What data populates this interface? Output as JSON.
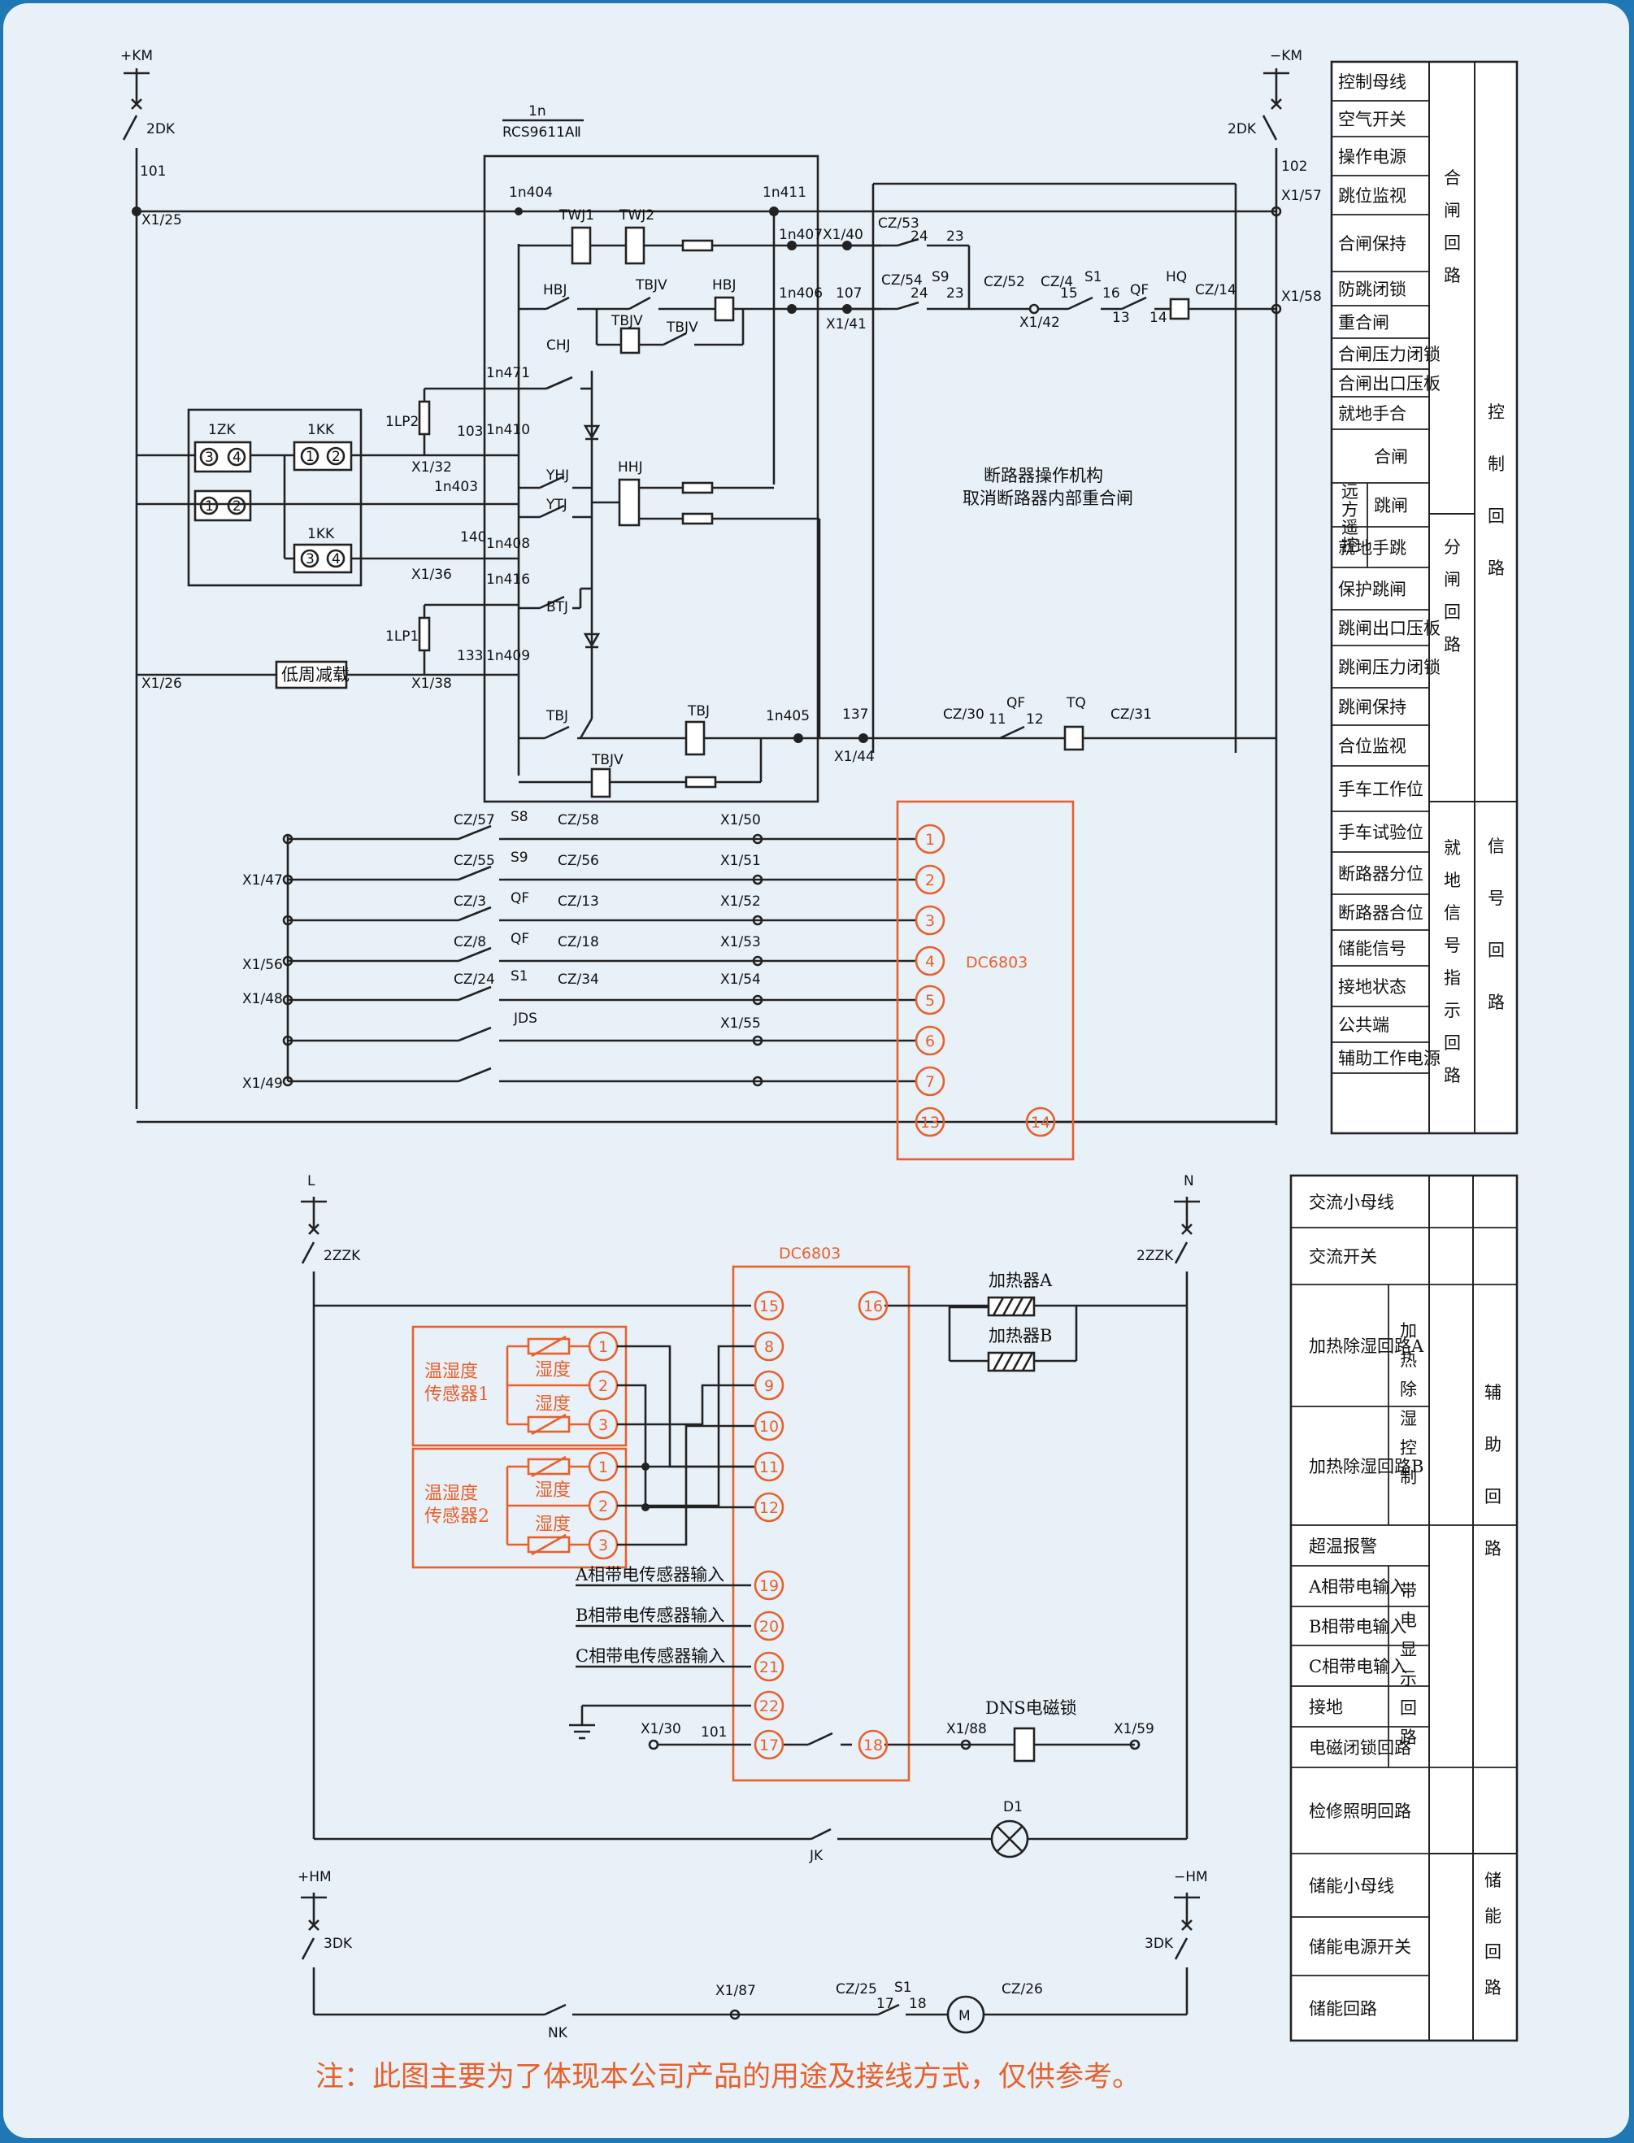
{
  "labels": {
    "pkm": "+KM",
    "nkm": "−KM",
    "dk2a": "2DK",
    "dk2b": "2DK",
    "n101": "101",
    "n102": "102",
    "x125": "X1/25",
    "x126": "X1/26",
    "x157": "X1/57",
    "x158": "X1/58",
    "dev_top": "1n",
    "dev_model": "RCS9611AⅡ",
    "n404": "1n404",
    "n411": "1n411",
    "n407": "1n407",
    "n406": "1n406",
    "n471": "1n471",
    "n410": "1n410",
    "n403": "1n403",
    "n408": "1n408",
    "n416": "1n416",
    "n409": "1n409",
    "n405": "1n405",
    "twj1": "TWJ1",
    "twj2": "TWJ2",
    "hbj": "HBJ",
    "tbjv": "TBJV",
    "hbj2": "HBJ",
    "tbjv2": "TBJV",
    "tbjv3": "TBJV",
    "chj": "CHJ",
    "yhj": "YHJ",
    "ytj": "YTJ",
    "hhj": "HHJ",
    "btj": "BTJ",
    "tbj": "TBJ",
    "tbj2": "TBJ",
    "tbjv4": "TBJV",
    "lp2": "1LP2",
    "lp1": "1LP1",
    "zk1": "1ZK",
    "kk1a": "1KK",
    "kk1b": "1KK",
    "n103": "103",
    "n140": "140",
    "n133": "133",
    "n137": "137",
    "n107": "107",
    "x132": "X1/32",
    "x136": "X1/36",
    "x138": "X1/38",
    "x140": "X1/40",
    "x141": "X1/41",
    "x142": "X1/42",
    "x144": "X1/44",
    "lowfreq": "低周减载",
    "cz53": "CZ/53",
    "cz54": "CZ/54",
    "cz52": "CZ/52",
    "cz4": "CZ/4",
    "cz14": "CZ/14",
    "cz30": "CZ/30",
    "cz31": "CZ/31",
    "s9a": "S9",
    "s1a": "S1",
    "qfa": "QF",
    "hq": "HQ",
    "tq": "TQ",
    "qfb": "QF",
    "p24a": "24",
    "p23a": "23",
    "p24b": "24",
    "p23b": "23",
    "p15": "15",
    "p16": "16",
    "p13": "13",
    "p14": "14",
    "p11": "11",
    "p12": "12",
    "mech1": "断路器操作机构",
    "mech2": "取消断路器内部重合闸",
    "cz57": "CZ/57",
    "cz58": "CZ/58",
    "cz55": "CZ/55",
    "cz56": "CZ/56",
    "cz3": "CZ/3",
    "cz13": "CZ/13",
    "cz8": "CZ/8",
    "cz18": "CZ/18",
    "cz24": "CZ/24",
    "cz34": "CZ/34",
    "s8": "S8",
    "s9b": "S9",
    "qfc": "QF",
    "qfd": "QF",
    "s1b": "S1",
    "jds": "JDS",
    "x150": "X1/50",
    "x151": "X1/51",
    "x152": "X1/52",
    "x153": "X1/53",
    "x154": "X1/54",
    "x155": "X1/55",
    "x147": "X1/47",
    "x156": "X1/56",
    "x148": "X1/48",
    "x149": "X1/49",
    "dc1": "DC6803",
    "dc2": "DC6803",
    "L": "L",
    "N": "N",
    "zzk1": "2ZZK",
    "zzk2": "2ZZK",
    "heatA": "加热器A",
    "heatB": "加热器B",
    "sens1a": "温湿度",
    "sens1b": "传感器1",
    "sens2a": "温湿度",
    "sens2b": "传感器2",
    "humid1": "湿度",
    "humid2": "湿度",
    "humid3": "湿度",
    "humid4": "湿度",
    "ina": "A相带电传感器输入",
    "inb": "B相带电传感器输入",
    "inc": "C相带电传感器输入",
    "x130": "X1/30",
    "n101b": "101",
    "x188": "X1/88",
    "x159": "X1/59",
    "dns": "DNS电磁锁",
    "d1": "D1",
    "jk": "JK",
    "phm": "+HM",
    "nhm": "−HM",
    "dk3a": "3DK",
    "dk3b": "3DK",
    "nk": "NK",
    "x187": "X1/87",
    "cz25": "CZ/25",
    "s1c": "S1",
    "p17": "17",
    "p18": "18",
    "cz26": "CZ/26",
    "motor": "M"
  },
  "terminals_top": [
    "1",
    "2",
    "3",
    "4",
    "5",
    "6",
    "7",
    "13",
    "14"
  ],
  "terminals_dev": [
    "15",
    "16",
    "8",
    "9",
    "10",
    "11",
    "12",
    "19",
    "20",
    "21",
    "22",
    "17",
    "18"
  ],
  "sensor_pins": [
    "1",
    "2",
    "3",
    "1",
    "2",
    "3"
  ],
  "zk_pins": [
    "3",
    "4",
    "1",
    "2"
  ],
  "kk_pins": [
    "1",
    "2",
    "3",
    "4"
  ],
  "table1": {
    "rows": [
      "控制母线",
      "空气开关",
      "操作电源",
      "跳位监视",
      "合闸保持",
      "防跳闭锁",
      "重合闸",
      "合闸压力闭锁",
      "合闸出口压板",
      "就地手合",
      "合闸",
      "跳闸",
      "就地手跳",
      "保护跳闸",
      "跳闸出口压板",
      "跳闸压力闭锁",
      "跳闸保持",
      "合位监视",
      "手车工作位",
      "手车试验位",
      "断路器分位",
      "断路器合位",
      "储能信号",
      "接地状态",
      "公共端",
      "辅助工作电源"
    ],
    "remote": "远方遥控",
    "g_close": "合闸回路",
    "g_trip": "分闸回路",
    "g_sig": "就地信号指示回路",
    "c_ctrl": "控制回路",
    "c_sig": "信号回路"
  },
  "table2": {
    "rows": [
      "交流小母线",
      "交流开关",
      "加热除湿回路A",
      "加热除湿回路B",
      "超温报警",
      "A相带电输入",
      "B相带电输入",
      "C相带电输入",
      "接地",
      "电磁闭锁回路",
      "检修照明回路",
      "储能小母线",
      "储能电源开关",
      "储能回路"
    ],
    "g_heat": "加热除湿控制",
    "g_live": "带电显示回路",
    "c_aux": "辅助回路",
    "c_store": "储能回路"
  },
  "note": "注：此图主要为了体现本公司产品的用途及接线方式，仅供参考。"
}
